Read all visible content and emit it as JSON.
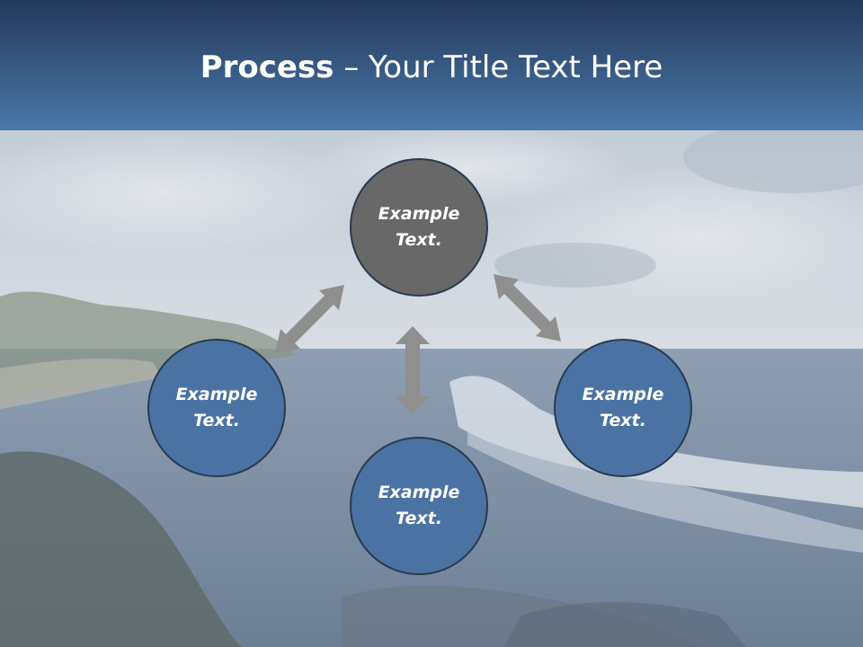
{
  "slide": {
    "title_bold": "Process",
    "title_rest": " – Your Title Text Here"
  },
  "nodes": {
    "top": "Example Text.",
    "left": "Example Text.",
    "right": "Example Text.",
    "bottom": "Example Text."
  },
  "colors": {
    "header_dark": "#24395a",
    "header_light": "#4a78a8",
    "node_blue": "#4a73a3",
    "node_gray": "#686868",
    "arrow": "#8f8f8f",
    "node_border": "#2a3a4e"
  },
  "background": "ocean-beach-photo"
}
